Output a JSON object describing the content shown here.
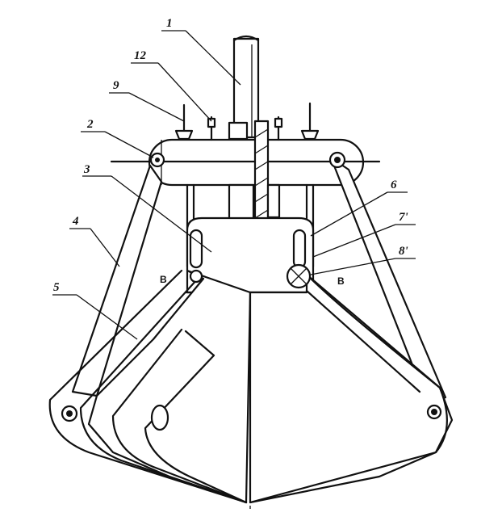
{
  "labels": {
    "l1": "1",
    "l12": "12",
    "l9": "9",
    "l2": "2",
    "l3": "3",
    "l4": "4",
    "l5": "5",
    "l6": "6",
    "l7": "7'",
    "l8": "8'",
    "bLeft": "B",
    "bRight": "B"
  }
}
